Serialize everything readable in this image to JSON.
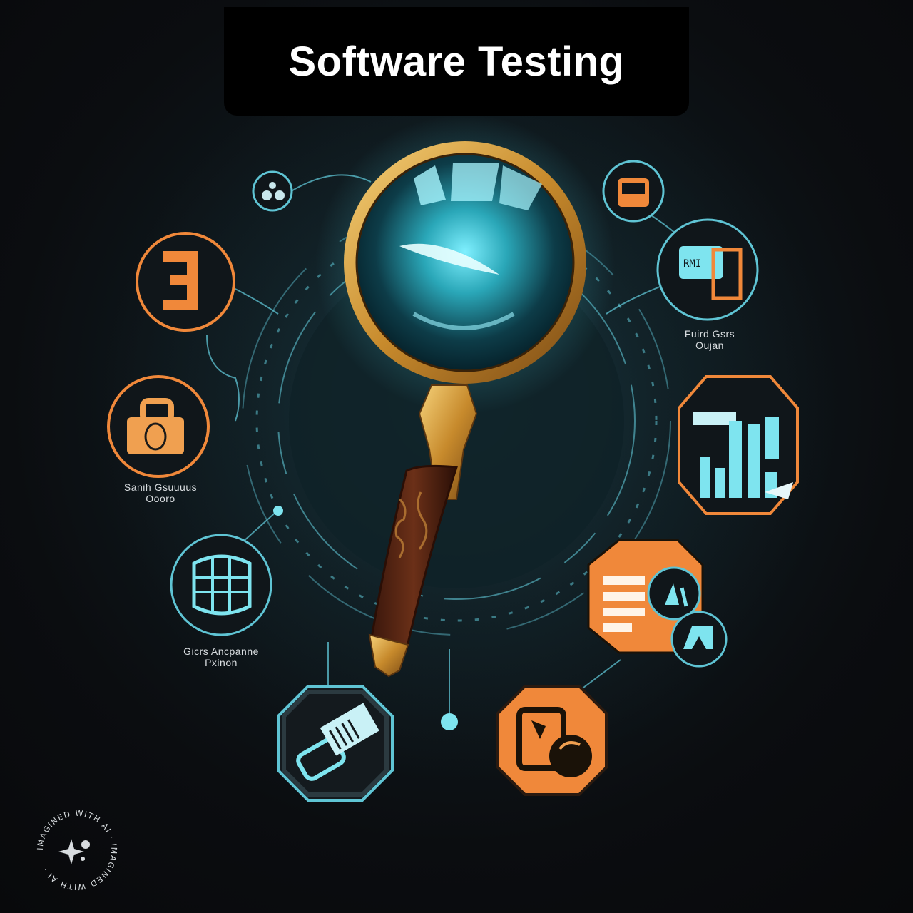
{
  "title": "Software Testing",
  "captions": {
    "right_top_line1": "Fuird Gsrs",
    "right_top_line2": "Oujan",
    "left_mid_line1": "Sanih Gsuuuus",
    "left_mid_line2": "Oooro",
    "left_low_line1": "Gicrs Ancpanne",
    "left_low_line2": "Pxinon"
  },
  "watermark_text": "IMAGINED WITH AI · IMAGINED WITH AI ·",
  "colors": {
    "accent_cyan": "#6fd6e6",
    "accent_orange": "#f0883a",
    "lens_gold": "#d9a24a",
    "background": "#0b0d10"
  },
  "icons": [
    "magnifying-glass-icon",
    "number-three-icon",
    "eyes-icon",
    "shopping-bag-icon",
    "globe-icon",
    "wrench-icon",
    "document-device-icon",
    "monitor-icon",
    "server-icon",
    "bar-chart-icon",
    "document-list-icon",
    "play-icon",
    "folder-icon"
  ]
}
